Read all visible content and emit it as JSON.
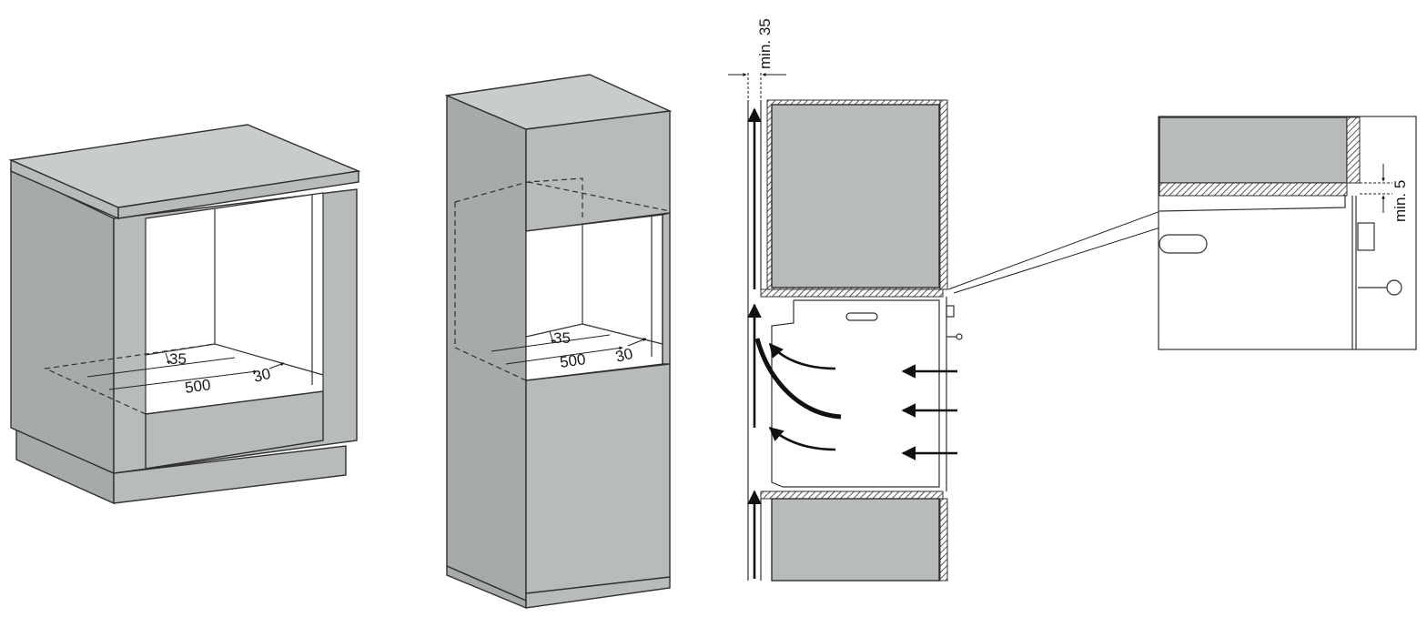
{
  "cabinet1": {
    "dim_depth": "35",
    "dim_width": "500",
    "dim_side": "30"
  },
  "cabinet2": {
    "dim_depth": "35",
    "dim_width": "500",
    "dim_side": "30"
  },
  "section": {
    "top_gap": "min. 35"
  },
  "detail": {
    "gap": "min. 5"
  }
}
